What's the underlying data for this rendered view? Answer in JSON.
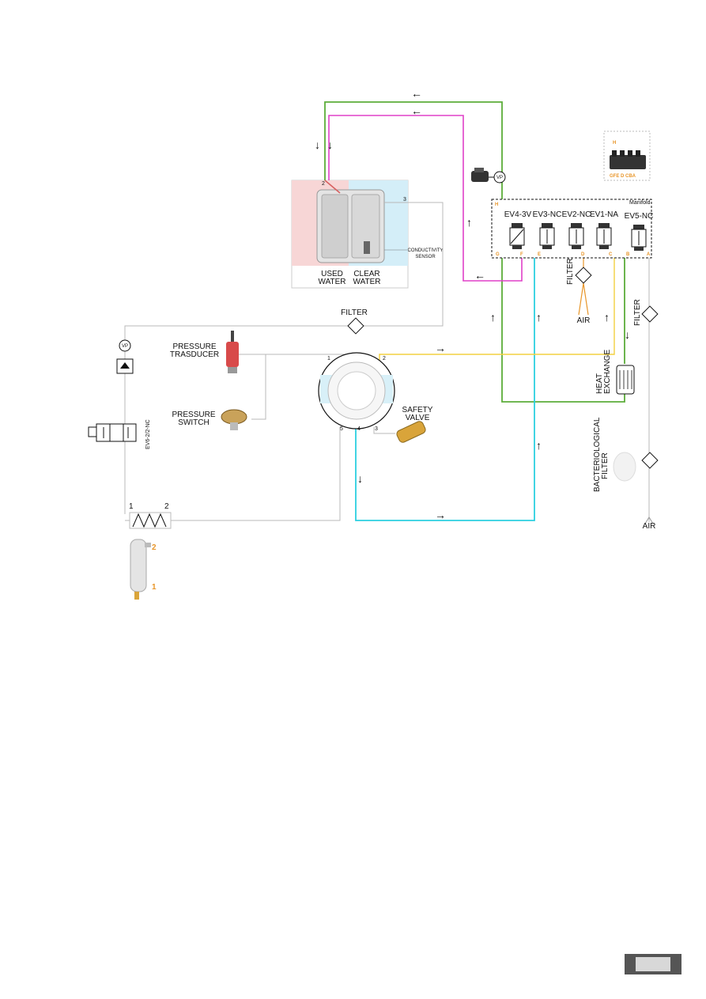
{
  "labels": {
    "used_water": [
      "USED",
      "WATER"
    ],
    "clear_water": [
      "CLEAR",
      "WATER"
    ],
    "conductivity": [
      "CONDUCTIVITY",
      "SENSOR"
    ],
    "filter_top": "FILTER",
    "filter_air": "FILTER",
    "filter_right": "FILTER",
    "air_mid": "AIR",
    "air_bottom": "AIR",
    "pressure_transducer": [
      "PRESSURE",
      "TRASDUCER"
    ],
    "pressure_switch": [
      "PRESSURE",
      "SWITCH"
    ],
    "safety_valve": [
      "SAFETY",
      "VALVE"
    ],
    "heat_exchange": [
      "HEAT",
      "EXCHANGE"
    ],
    "bacteriological_filter": [
      "BACTERIOLOGICAL",
      "FILTER"
    ],
    "ev6": "EV6-2/2-NC",
    "manifold": "Manifold",
    "vp": "VP"
  },
  "valves": [
    {
      "label": "EV4-3V"
    },
    {
      "label": "EV3-NC"
    },
    {
      "label": "EV2-NC"
    },
    {
      "label": "EV1-NA"
    },
    {
      "label": "EV5-NC"
    }
  ],
  "manifold_ports_bottom": [
    "G",
    "F",
    "E",
    "D",
    "C",
    "B",
    "A"
  ],
  "manifold_port_top": "H",
  "inset_ports": {
    "top": "H",
    "bottom": "GFE D CBA"
  },
  "chamber_ports": [
    "1",
    "2",
    "3",
    "4",
    "5"
  ],
  "tank_ports": [
    "2",
    "3"
  ],
  "heater_ports": [
    "1",
    "2"
  ],
  "generator_ports": [
    "2",
    "1"
  ],
  "colors": {
    "green": "#5cad3a",
    "magenta": "#e040c8",
    "cyan": "#2ccfe0",
    "yellow": "#f2d040",
    "orange": "#e8962a",
    "gray": "#b8b8b8"
  }
}
